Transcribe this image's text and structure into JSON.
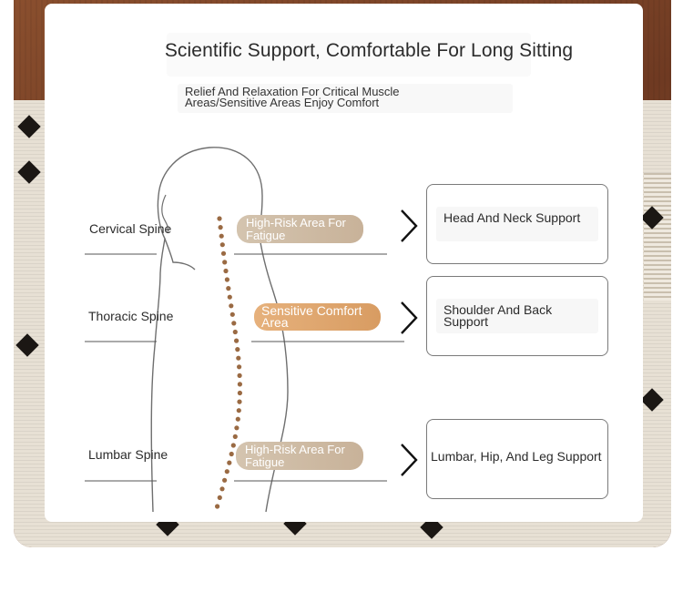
{
  "header": {
    "title": "Scientific Support, Comfortable For Long Sitting",
    "subtitle": "Relief And Relaxation For Critical Muscle Areas/Sensitive Areas Enjoy Comfort"
  },
  "rows": [
    {
      "spine_label": "Cervical Spine",
      "area_tag": "High-Risk Area For Fatigue",
      "support_label": "Head And Neck Support"
    },
    {
      "spine_label": "Thoracic Spine",
      "area_tag": "Sensitive Comfort Area",
      "support_label": "Shoulder And Back Support"
    },
    {
      "spine_label": "Lumbar Spine",
      "area_tag": "High-Risk Area For Fatigue",
      "support_label": "Lumbar, Hip, And Leg Support"
    }
  ],
  "icons": {
    "arrow": "chevron-right-icon",
    "figure": "human-silhouette-icon",
    "spine": "spine-dots-icon"
  },
  "colors": {
    "accent_light": "#cbb79f",
    "accent_warm": "#dea36a",
    "spine_dot": "#9a6a43",
    "outline": "#7a7a7a"
  }
}
